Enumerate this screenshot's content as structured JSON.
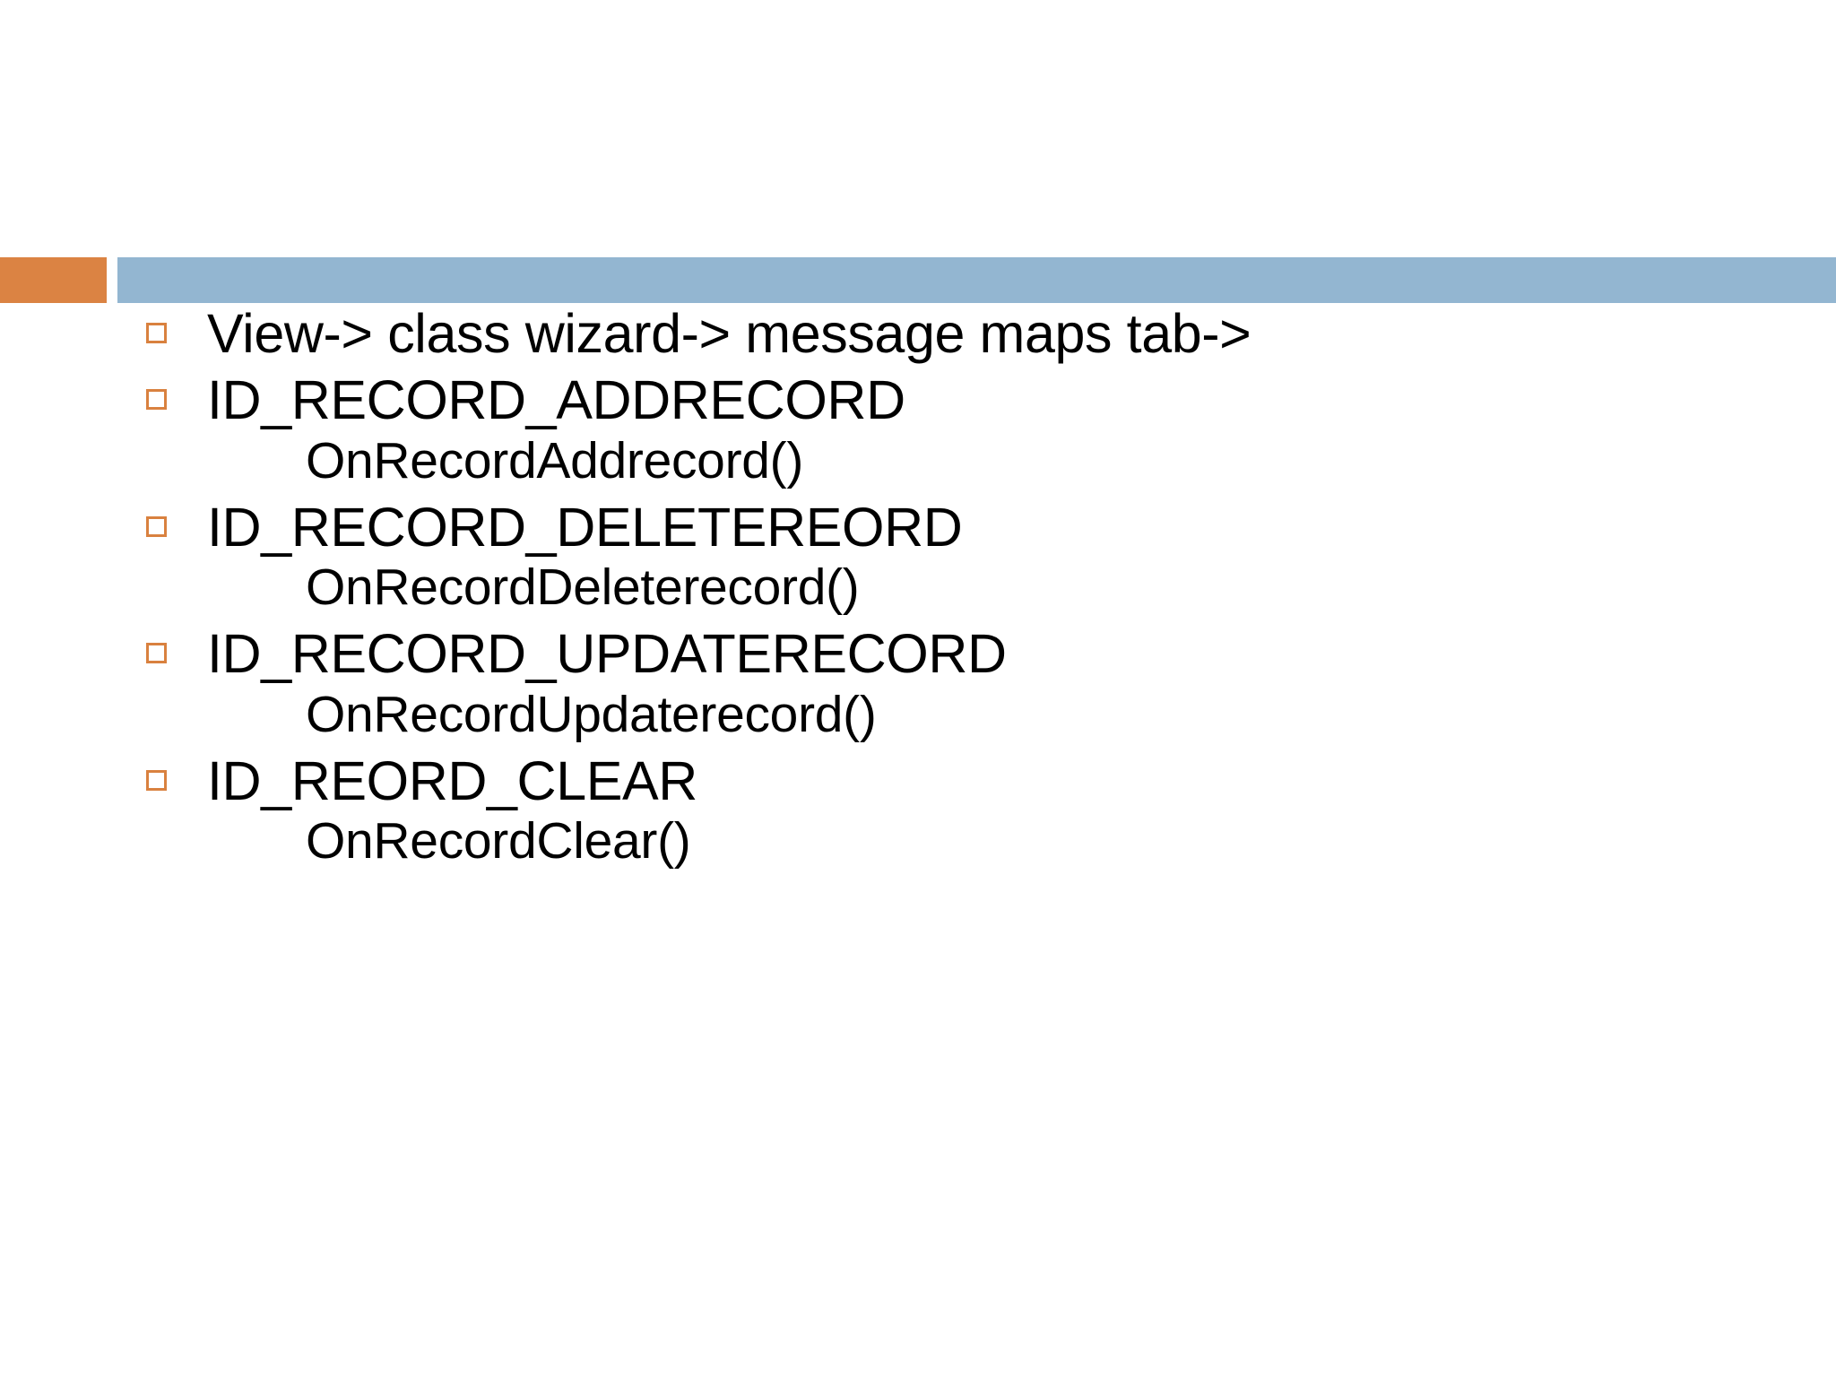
{
  "slide": {
    "background_color": "#FFFFFF",
    "decor": {
      "accent_bar_color": "#DB8343",
      "main_bar_color": "#93B6D1",
      "bullet_marker_color": "#D9813F",
      "bullet_marker_name": "hollow-square-bullet"
    },
    "content": [
      {
        "heading": "View-> class wizard-> message maps tab->",
        "sub": ""
      },
      {
        "heading": "ID_RECORD_ADDRECORD",
        "sub": "OnRecordAddrecord()"
      },
      {
        "heading": "ID_RECORD_DELETEREORD",
        "sub": "OnRecordDeleterecord()"
      },
      {
        "heading": "ID_RECORD_UPDATERECORD",
        "sub": "OnRecordUpdaterecord()"
      },
      {
        "heading": "ID_REORD_CLEAR",
        "sub": "OnRecordClear()"
      }
    ]
  }
}
